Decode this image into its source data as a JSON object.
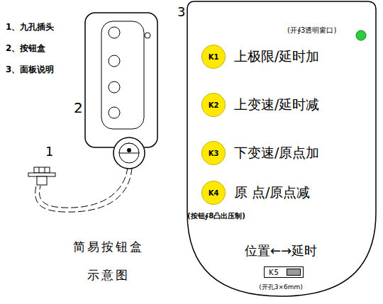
{
  "diagram": {
    "caption": "简易按钮盒 示意图",
    "nodes": [
      {
        "text": [
          "(开∮3透明窗口)",
          "(按钮∮8凸出压制)",
          "位置←→延时",
          "(开孔3×6mm)"
        ]
      },
      {
        "text": [
          "K1",
          "上极限/延时加"
        ],
        "in": 0
      },
      {
        "text": [
          "K2",
          "上变速/延时减"
        ],
        "in": 0
      },
      {
        "text": [
          "K3",
          "下变速/原点加"
        ],
        "in": 0
      },
      {
        "text": [
          "K4",
          "原 点/原点减"
        ],
        "in": 0
      },
      {
        "text": [
          "K5"
        ],
        "in": 0
      }
    ],
    "edges": [],
    "labels": [
      "1、九孔插头",
      "2、按钮盒",
      "3、面板说明",
      "1",
      "2",
      "3"
    ]
  }
}
